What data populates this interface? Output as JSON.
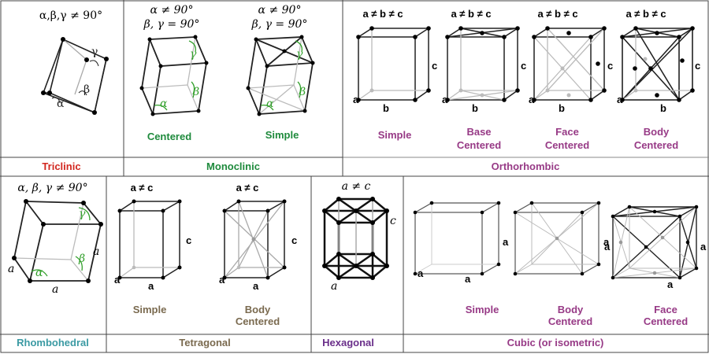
{
  "colors": {
    "red": "#d2271f",
    "green": "#1e8a3c",
    "purple": "#973a86",
    "teal": "#3b9aa3",
    "brown": "#7a6a4f",
    "hexpurple": "#6a2f8a",
    "angle_green": "#33a02c"
  },
  "systems": {
    "triclinic": {
      "name": "Triclinic",
      "condition": "α,β,γ ≠ 90°",
      "angles": [
        "γ",
        "β",
        "α"
      ]
    },
    "monoclinic": {
      "name": "Monoclinic",
      "condition_1": "α ≠ 90°",
      "condition_2": "β, γ = 90°",
      "condition_3": "α ≠ 90°",
      "condition_4": "β, γ = 90°",
      "variants": [
        "Centered",
        "Simple"
      ],
      "angles": [
        "γ",
        "β",
        "α"
      ]
    },
    "orthorhombic": {
      "name": "Orthorhombic",
      "condition": "a ≠ b ≠ c",
      "variants": [
        "Simple",
        "Base",
        "Centered",
        "Face",
        "Centered",
        "Body",
        "Centered"
      ],
      "edges": [
        "a",
        "b",
        "c"
      ]
    },
    "rhombohedral": {
      "name": "Rhombohedral",
      "condition": "α, β, γ ≠ 90°",
      "angles": [
        "γ",
        "β",
        "α"
      ],
      "edges": [
        "a",
        "a",
        "a"
      ]
    },
    "tetragonal": {
      "name": "Tetragonal",
      "condition": "a ≠ c",
      "variants": [
        "Simple",
        "Body",
        "Centered"
      ],
      "edges": [
        "a",
        "a",
        "c"
      ]
    },
    "hexagonal": {
      "name": "Hexagonal",
      "condition": "a ≠ c",
      "edges": [
        "a",
        "c"
      ]
    },
    "cubic": {
      "name": "Cubic (or isometric)",
      "variants": [
        "Simple",
        "Body",
        "Centered",
        "Face",
        "Centered"
      ],
      "edges": [
        "a",
        "a",
        "a"
      ]
    }
  }
}
